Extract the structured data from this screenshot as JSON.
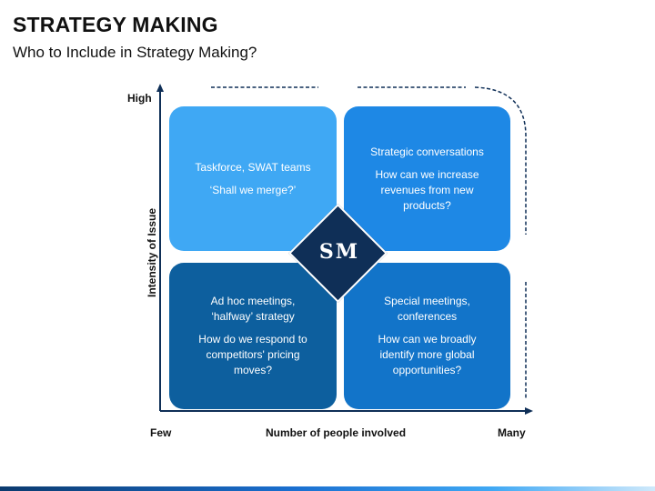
{
  "header": {
    "title": "STRATEGY MAKING",
    "subtitle": "Who to Include in Strategy Making?"
  },
  "axes": {
    "y_high": "High",
    "y_label": "Intensity of Issue",
    "x_low": "Few",
    "x_label": "Number of people involved",
    "x_high": "Many"
  },
  "center_badge": "SM",
  "quadrants": {
    "top_left": {
      "line1": "Taskforce, SWAT teams",
      "line2": "‘Shall we merge?’"
    },
    "top_right": {
      "line1": "Strategic conversations",
      "line2": "How can we increase revenues from new products?"
    },
    "bottom_left": {
      "line1": "Ad hoc meetings, ‘halfway’ strategy",
      "line2": "How do we respond to competitors' pricing moves?"
    },
    "bottom_right": {
      "line1": "Special meetings, conferences",
      "line2": "How can we broadly identify more global opportunities?"
    }
  },
  "colors": {
    "top_left": "#3fa8f4",
    "top_right": "#1e88e5",
    "bottom_left": "#0d5f9e",
    "bottom_right": "#1274c9",
    "diamond": "#0f2f57",
    "axis": "#0f2f57"
  }
}
